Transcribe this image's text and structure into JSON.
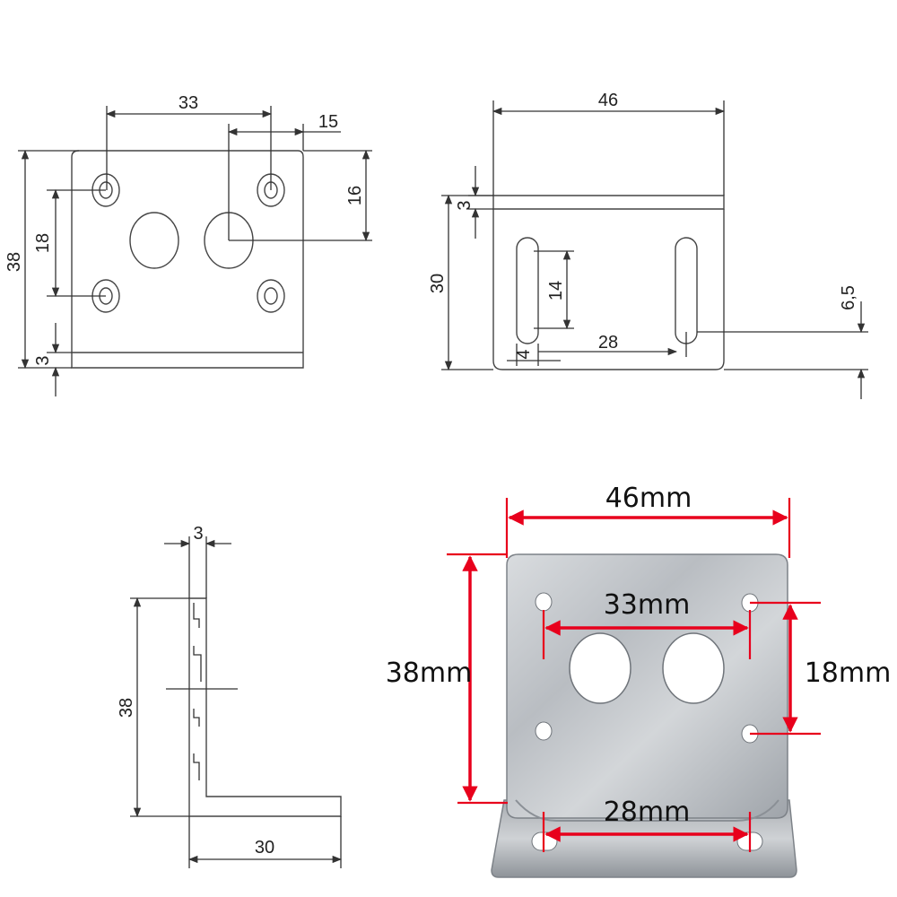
{
  "front_view": {
    "dim_hole_spacing_horizontal": "33",
    "dim_offset": "15",
    "dim_height": "38",
    "dim_hole_spacing_vertical": "18",
    "dim_center_offset": "16",
    "dim_thickness": "3"
  },
  "top_view": {
    "dim_width": "46",
    "dim_thickness": "3",
    "dim_depth": "30",
    "dim_slot_length": "14",
    "dim_slot_width": "4",
    "dim_slot_spacing": "28",
    "dim_slot_offset": "6,5"
  },
  "side_view": {
    "dim_thickness": "3",
    "dim_height": "38",
    "dim_base": "30"
  },
  "photo_view": {
    "label_width": "46mm",
    "label_hole_spacing": "33mm",
    "label_height": "38mm",
    "label_vertical_spacing": "18mm",
    "label_slot_spacing": "28mm"
  },
  "colors": {
    "dimension_red": "#e8001c",
    "metal": "#c9ccd0"
  }
}
